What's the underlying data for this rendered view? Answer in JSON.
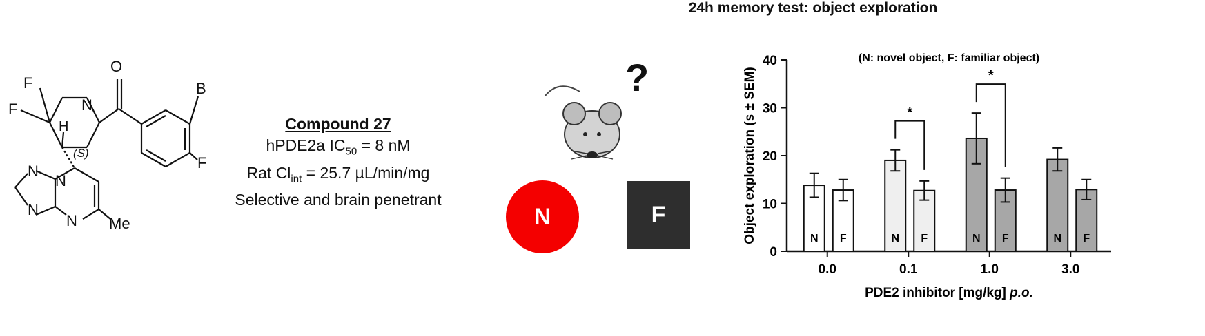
{
  "compound": {
    "title": "Compound 27",
    "line1": "hPDE2a IC",
    "line1_sub": "50",
    "line1_val": " = 8 nM",
    "line2": "Rat Cl",
    "line2_sub": "int",
    "line2_val": " = 25.7 µL/min/mg",
    "line3": "Selective and brain penetrant"
  },
  "structure_labels": {
    "f1": "F",
    "f2": "F",
    "n_amide": "N",
    "o": "O",
    "br": "Br",
    "f3": "F",
    "h": "H",
    "s": "(S)",
    "n1": "N",
    "n2": "N",
    "n3": "N",
    "n4": "N",
    "me": "Me"
  },
  "test": {
    "question": "?",
    "novel_label": "N",
    "familiar_label": "F",
    "novel_color": "#f40000",
    "familiar_color": "#2e2e2e"
  },
  "chart_data": {
    "type": "bar",
    "title": "24h memory test: object exploration",
    "annotation": "(N: novel object, F: familiar object)",
    "xlabel": "PDE2 inhibitor [mg/kg] ",
    "xlabel_italic": "p.o.",
    "ylabel": "Object exploration (s ± SEM)",
    "ylim": [
      0,
      40
    ],
    "yticks": [
      0,
      10,
      20,
      30,
      40
    ],
    "categories": [
      "0.0",
      "0.1",
      "1.0",
      "3.0"
    ],
    "series": [
      {
        "name": "N",
        "values": [
          13.8,
          19.0,
          23.6,
          19.2
        ],
        "sem": [
          2.5,
          2.2,
          5.3,
          2.4
        ]
      },
      {
        "name": "F",
        "values": [
          12.8,
          12.7,
          12.8,
          12.9
        ],
        "sem": [
          2.2,
          2.0,
          2.5,
          2.1
        ]
      }
    ],
    "fills": [
      "#ffffff",
      "#efefef",
      "#a7a7a7",
      "#a7a7a7"
    ],
    "significance": [
      {
        "category": "0.1",
        "label": "*"
      },
      {
        "category": "1.0",
        "label": "*"
      }
    ]
  }
}
